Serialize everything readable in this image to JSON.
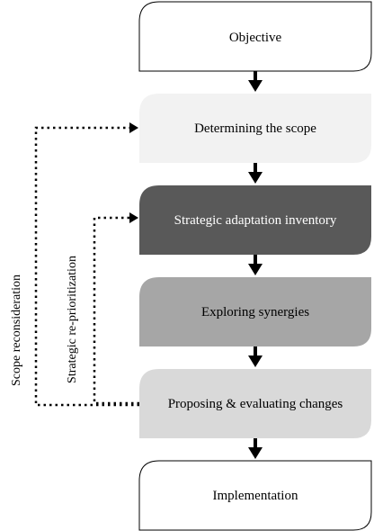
{
  "steps": [
    {
      "label": "Objective",
      "fill": "#ffffff",
      "text_color": "#000000"
    },
    {
      "label": "Determining the scope",
      "fill": "#f2f2f2",
      "text_color": "#000000"
    },
    {
      "label": "Strategic adaptation inventory",
      "fill": "#595959",
      "text_color": "#ffffff"
    },
    {
      "label": "Exploring synergies",
      "fill": "#a6a6a6",
      "text_color": "#000000"
    },
    {
      "label": "Proposing & evaluating changes",
      "fill": "#d9d9d9",
      "text_color": "#000000"
    },
    {
      "label": "Implementation",
      "fill": "#ffffff",
      "text_color": "#000000"
    }
  ],
  "feedback_loops": {
    "scope_reconsideration": "Scope reconsideration",
    "strategic_reprioritization": "Strategic re-prioritization"
  }
}
